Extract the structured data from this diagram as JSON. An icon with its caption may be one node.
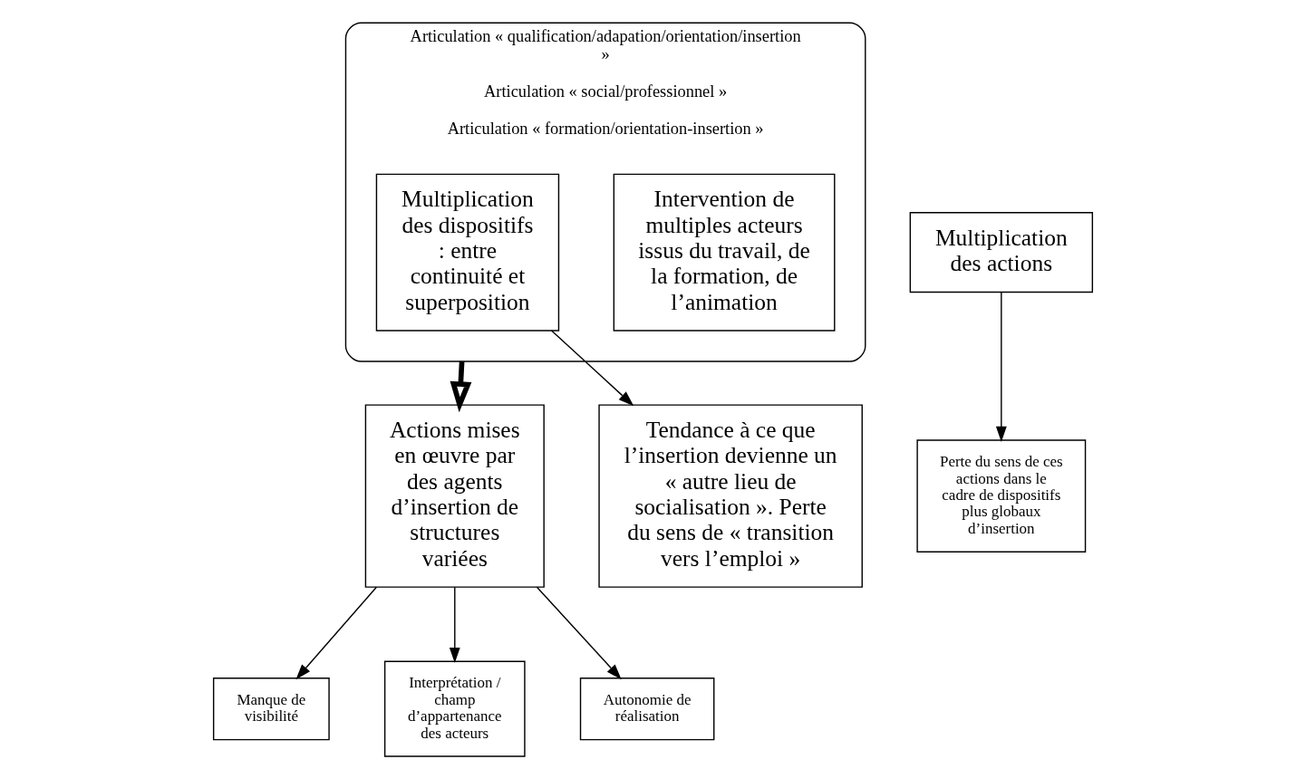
{
  "diagram": {
    "nodes": [
      {
        "text": [
          "Articulation « qualification/adapation/orientation/insertion »",
          "Articulation « social/professionnel »",
          "Articulation « formation/orientation-insertion »"
        ]
      },
      {
        "text": [
          "Intervention de multiples acteurs issus du travail, de la formation, de l’animation"
        ],
        "in": 0
      },
      {
        "text": [
          "Multiplication des dispositifs : entre continuité et superposition"
        ],
        "in": 0
      },
      {
        "text": [
          "Actions mises en œuvre par des agents d’insertion de structures variées"
        ]
      },
      {
        "text": [
          "Multiplication des actions"
        ]
      },
      {
        "text": [
          "Manque de visibilité"
        ]
      },
      {
        "text": [
          "Interprétation / champ d’appartenance des acteurs"
        ]
      },
      {
        "text": [
          "Tendance à ce que l’insertion devienne un « autre lieu de socialisation ». Perte du sens de « transition vers l’emploi »"
        ]
      },
      {
        "text": [
          "Autonomie de réalisation"
        ]
      },
      {
        "text": [
          "Perte du sens de ces actions dans le cadre de dispositifs plus globaux d’insertion"
        ]
      }
    ],
    "edges": [
      {
        "from": 0,
        "to": 3,
        "arrow": "to",
        "style": "thick"
      },
      {
        "from": 2,
        "to": 7,
        "arrow": "to"
      },
      {
        "from": 3,
        "to": 5,
        "arrow": "to"
      },
      {
        "from": 3,
        "to": 8,
        "arrow": "to"
      },
      {
        "from": 3,
        "to": 6,
        "arrow": "to"
      },
      {
        "from": 4,
        "to": 9,
        "arrow": "to"
      }
    ]
  }
}
